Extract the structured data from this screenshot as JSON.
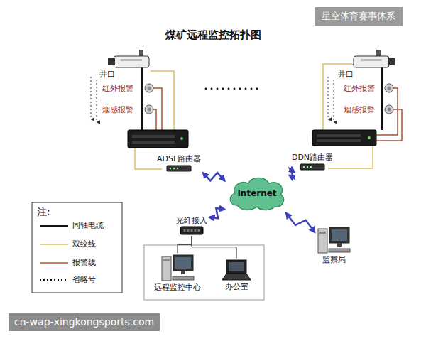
{
  "diagram": {
    "title": "煤矿远程监控拓扑图",
    "nodes": [
      {
        "text": [
          "ADSL路由器"
        ]
      },
      {
        "text": [
          "DDN路由器"
        ]
      },
      {
        "text": [
          "Internet"
        ]
      },
      {
        "text": [
          "光纤接入"
        ]
      },
      {
        "text": [
          "远程监控中心"
        ]
      },
      {
        "text": [
          "办公室"
        ]
      },
      {
        "text": [
          "监察局"
        ]
      }
    ],
    "edges": [
      {
        "from": 0,
        "to": 2,
        "arrow": "both"
      },
      {
        "from": 1,
        "to": 2,
        "arrow": "both"
      },
      {
        "from": 3,
        "to": 2,
        "arrow": "both"
      },
      {
        "from": 6,
        "to": 2,
        "arrow": "both"
      },
      {
        "from": 3,
        "to": 4,
        "arrow": "none"
      },
      {
        "from": 3,
        "to": 5,
        "arrow": "none"
      }
    ],
    "labels": [
      "井口",
      "红外报警",
      "烟感报警",
      "井口",
      "红外报警",
      "烟感报警",
      "注:",
      "星空体育赛事体系",
      "cn-wap-xingkongsports.com"
    ],
    "legend": [
      {
        "text": "同轴电缆"
      },
      {
        "text": "双绞线"
      },
      {
        "text": "报警线"
      },
      {
        "text": "省略号"
      }
    ]
  }
}
